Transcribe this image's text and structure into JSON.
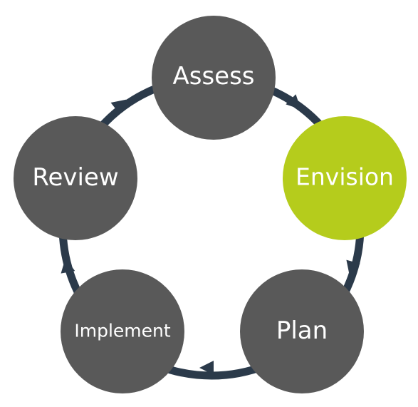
{
  "diagram": {
    "type": "cycle",
    "steps": [
      {
        "label": "Assess",
        "highlight": false
      },
      {
        "label": "Envision",
        "highlight": true
      },
      {
        "label": "Plan",
        "highlight": false
      },
      {
        "label": "Implement",
        "highlight": false
      },
      {
        "label": "Review",
        "highlight": false
      }
    ],
    "colors": {
      "node": "#595959",
      "highlight": "#b5cc1c",
      "ring": "#2b3a4a",
      "text": "#ffffff"
    }
  }
}
